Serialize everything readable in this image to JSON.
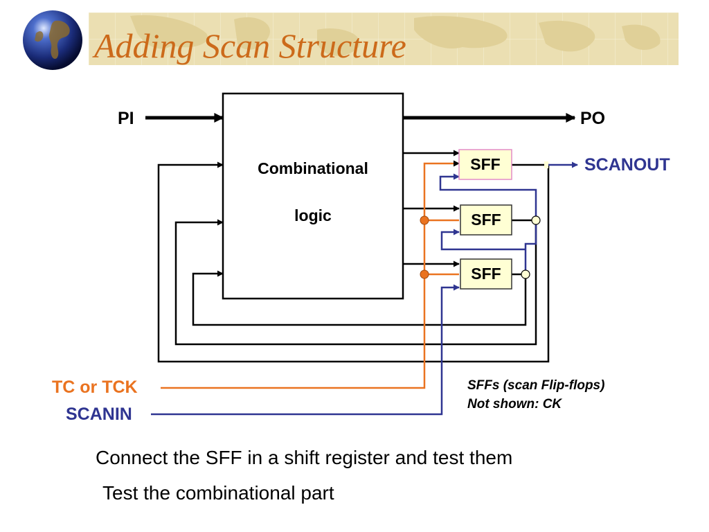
{
  "slide": {
    "title": "Adding Scan Structure",
    "colors": {
      "title": "#cc6a1a",
      "banner": "#ebdfb2",
      "orange_wire": "#ea7320",
      "blue_wire": "#2f3591",
      "sff_fill": "#ffffd4"
    }
  },
  "diagram": {
    "pi": "PI",
    "po": "PO",
    "comb_line1": "Combinational",
    "comb_line2": "logic",
    "sff": [
      "SFF",
      "SFF",
      "SFF"
    ],
    "scanout": "SCANOUT",
    "tc": "TC or TCK",
    "scanin": "SCANIN",
    "note_line1": "SFFs (scan Flip-flops)",
    "note_line2": "Not shown: CK"
  },
  "captions": [
    "Connect the SFF in a shift register and test them",
    "Test the combinational part"
  ]
}
